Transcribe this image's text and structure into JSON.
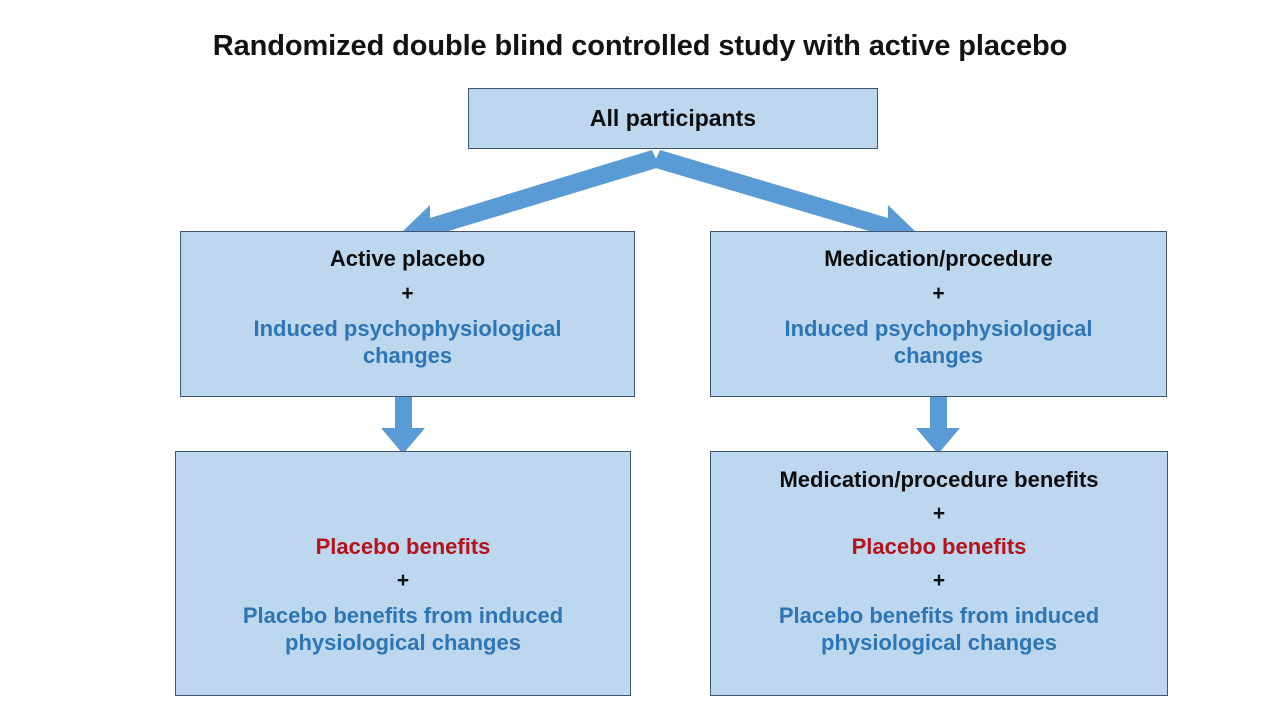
{
  "title": "Randomized double blind controlled study with active placebo",
  "colors": {
    "box_fill": "#bdd7ee",
    "box_border": "#41566b",
    "arrow": "#5b9bd5",
    "text_black": "#0d0d0d",
    "text_blue": "#2e75b6",
    "text_red": "#b5121b",
    "background": "#ffffff"
  },
  "nodes": {
    "all_participants": {
      "label": "All participants"
    },
    "active_placebo": {
      "line1": "Active placebo",
      "plus": "+",
      "line3": "Induced psychophysiological changes"
    },
    "medication": {
      "line1": "Medication/procedure",
      "plus": "+",
      "line3": "Induced psychophysiological changes"
    },
    "bottom_left": {
      "line1": "",
      "plus1": "",
      "line2": "Placebo benefits",
      "plus2": "+",
      "line3": "Placebo benefits from induced physiological changes"
    },
    "bottom_right": {
      "line1": "Medication/procedure benefits",
      "plus1": "+",
      "line2": "Placebo benefits",
      "plus2": "+",
      "line3": "Placebo benefits from induced physiological changes"
    }
  },
  "connectors": [
    {
      "name": "arrow-all-to-active-placebo",
      "kind": "diagonal-left"
    },
    {
      "name": "arrow-all-to-medication",
      "kind": "diagonal-right"
    },
    {
      "name": "arrow-active-placebo-to-bottom-left",
      "kind": "vertical"
    },
    {
      "name": "arrow-medication-to-bottom-right",
      "kind": "vertical"
    }
  ]
}
